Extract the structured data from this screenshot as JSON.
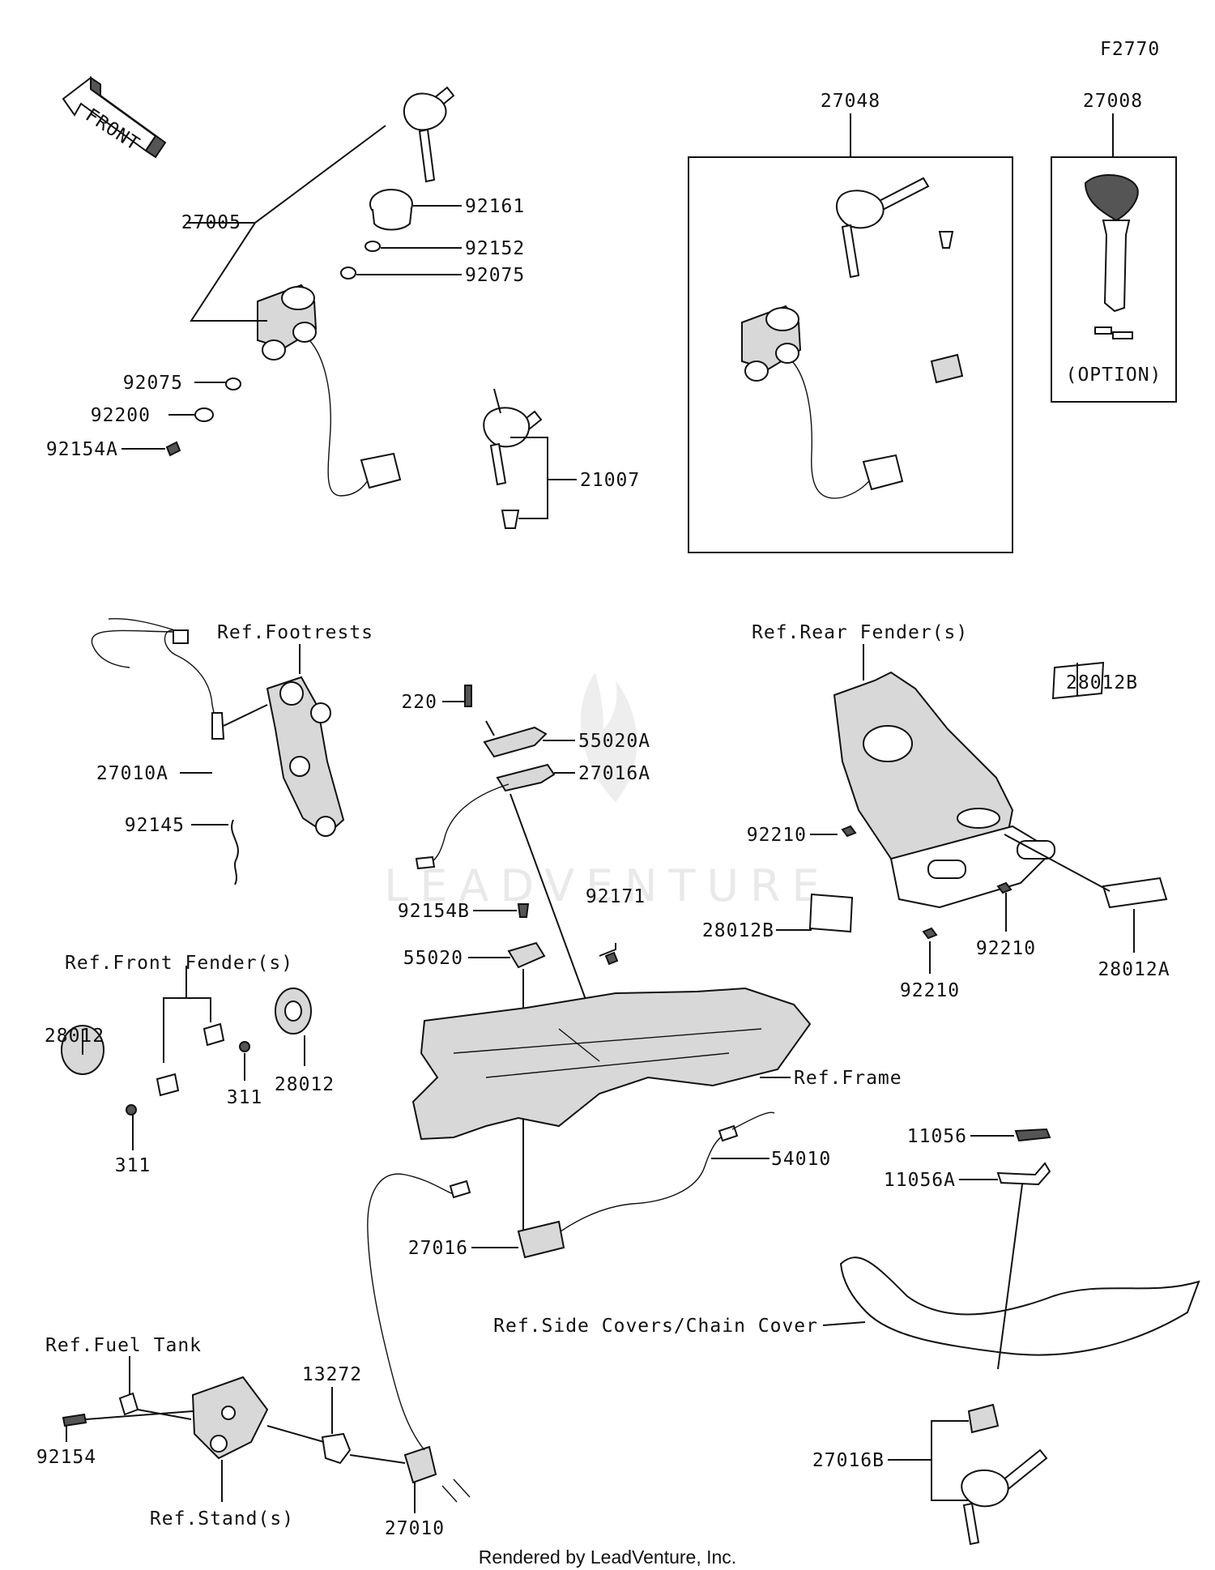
{
  "diagram": {
    "code": "F2770",
    "front_label": "FRONT",
    "watermark": "LEADVENTURE",
    "footer": "Rendered by LeadVenture, Inc.",
    "option_label": "(OPTION)",
    "labels": {
      "p27048": "27048",
      "p27008": "27008",
      "p27005": "27005",
      "p92161": "92161",
      "p92152": "92152",
      "p92075a": "92075",
      "p92075b": "92075",
      "p92200": "92200",
      "p92154A": "92154A",
      "p21007": "21007",
      "refFootrests": "Ref.Footrests",
      "p27010A": "27010A",
      "p92145": "92145",
      "p220": "220",
      "p55020A": "55020A",
      "p27016A": "27016A",
      "refRearFender": "Ref.Rear Fender(s)",
      "p28012B_top": "28012B",
      "p92210_a": "92210",
      "p92154B": "92154B",
      "p92171": "92171",
      "p55020": "55020",
      "refFrontFender": "Ref.Front Fender(s)",
      "p28012_left": "28012",
      "p28012_right": "28012",
      "p311_a": "311",
      "p311_b": "311",
      "p28012B_left": "28012B",
      "p92210_b": "92210",
      "p92210_c": "92210",
      "p28012A": "28012A",
      "refFrame": "Ref.Frame",
      "p11056": "11056",
      "p11056A": "11056A",
      "p54010": "54010",
      "p27016": "27016",
      "refSideCovers": "Ref.Side Covers/Chain Cover",
      "refFuelTank": "Ref.Fuel Tank",
      "p13272": "13272",
      "p92154": "92154",
      "p27016B": "27016B",
      "refStand": "Ref.Stand(s)",
      "p27010": "27010"
    }
  }
}
